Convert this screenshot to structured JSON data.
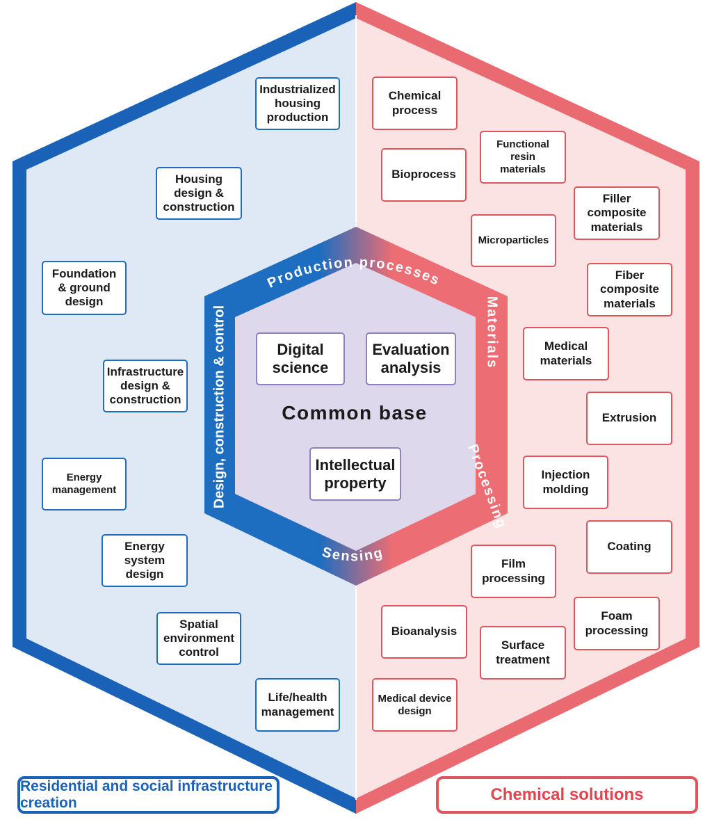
{
  "left_boxes": [
    "Industrialized\nhousing\nproduction",
    "Housing\ndesign &\nconstruction",
    "Foundation\n& ground\ndesign",
    "Infrastructure\ndesign &\nconstruction",
    "Energy\nmanagement",
    "Energy\nsystem design",
    "Spatial\nenvironment\ncontrol",
    "Life/health\nmanagement"
  ],
  "right_boxes": [
    "Chemical\nprocess",
    "Functional resin\nmaterials",
    "Bioprocess",
    "Filler\ncomposite\nmaterials",
    "Microparticles",
    "Fiber\ncomposite\nmaterials",
    "Medical\nmaterials",
    "Extrusion",
    "Injection\nmolding",
    "Coating",
    "Film\nprocessing",
    "Foam\nprocessing",
    "Bioanalysis",
    "Surface\ntreatment",
    "Medical device\ndesign"
  ],
  "ring_labels": {
    "top": "Production processes",
    "left": "Design, construction & control",
    "right_upper": "Materials",
    "right_lower": "Processing",
    "bottom": "Sensing"
  },
  "core": {
    "title": "Common base",
    "boxes": [
      "Digital\nscience",
      "Evaluation\nanalysis",
      "Intellectual\nproperty"
    ]
  },
  "footer": {
    "left": "Residential and social infrastructure creation",
    "right": "Chemical solutions"
  },
  "colors": {
    "blue": "#1a62b8",
    "red": "#e96a70",
    "left_fill": "#dfe8f5",
    "right_fill": "#fbe3e3",
    "core_fill": "#ddd8ec"
  }
}
